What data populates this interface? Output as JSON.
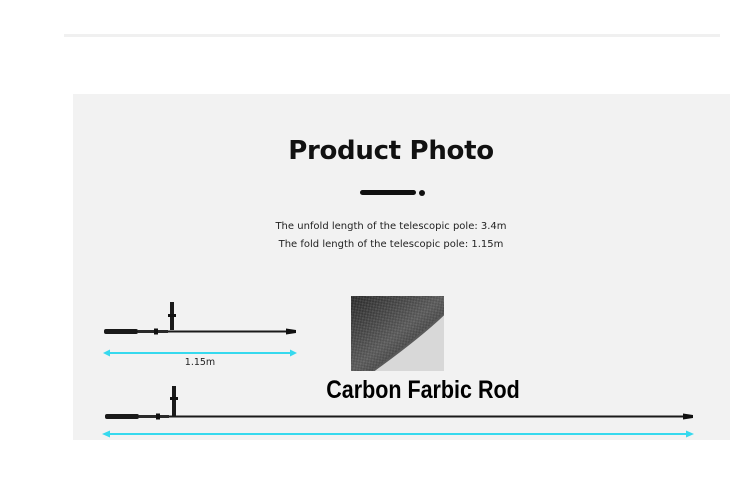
{
  "header": {
    "title": "Product Photo"
  },
  "specs": {
    "unfold": "The unfold length of the telescopic pole: 3.4m",
    "fold": "The fold length of the telescopic pole: 1.15m"
  },
  "folded_pole": {
    "length_label": "1.15m"
  },
  "closeup": {
    "caption": "Carbon Farbic Rod"
  },
  "colors": {
    "arrow": "#36d9ee",
    "pole": "#1a1a1a",
    "panel": "#f2f2f2"
  }
}
